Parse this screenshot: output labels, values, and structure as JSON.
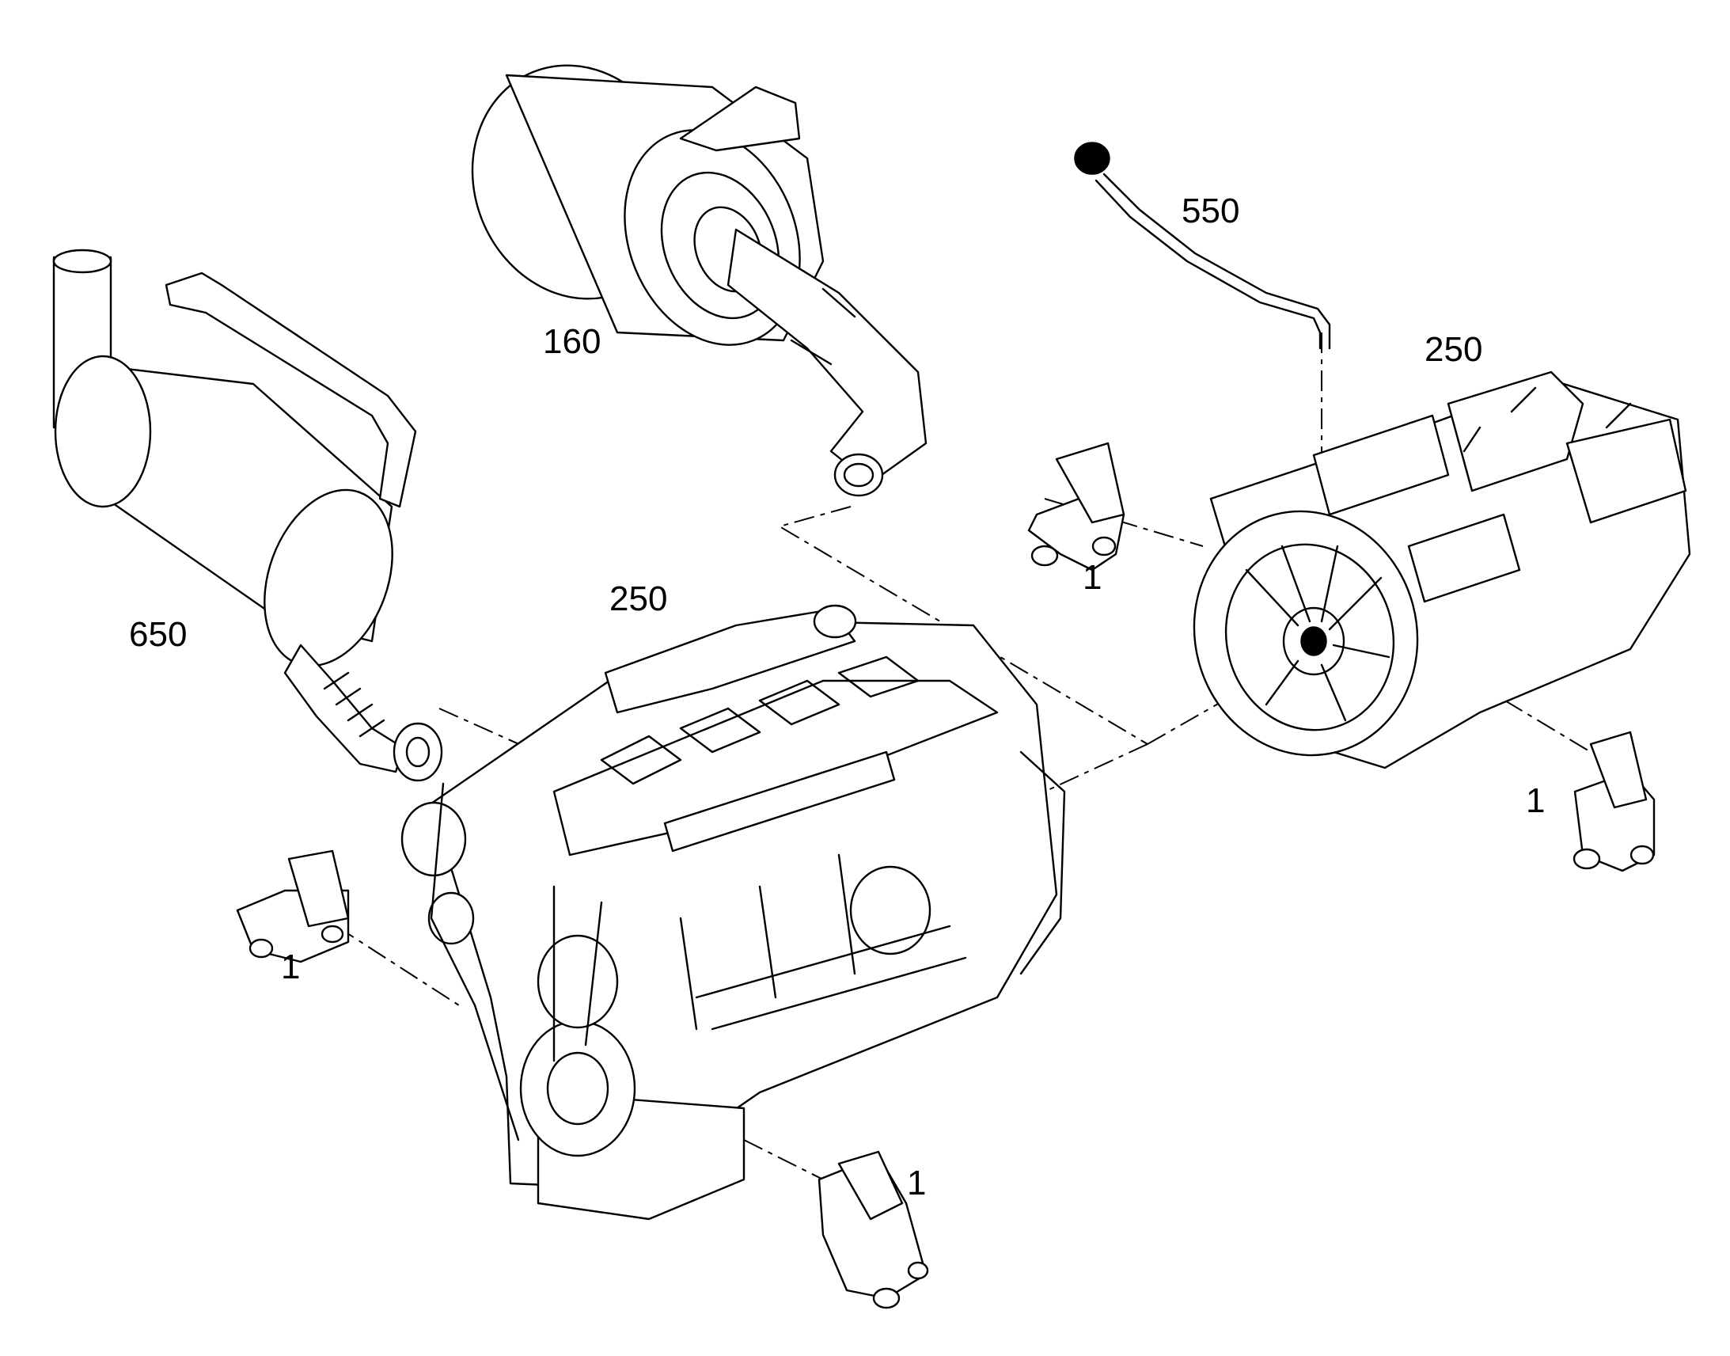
{
  "colors": {
    "line": "#000000",
    "background": "#ffffff"
  },
  "callouts": {
    "air_cleaner": "160",
    "breather_hose": "550",
    "transmission": "250",
    "muffler": "650",
    "engine": "250",
    "mount_transmission_left": "1",
    "mount_transmission_right": "1",
    "mount_engine_front": "1",
    "mount_engine_rear": "1"
  },
  "icons": {
    "air_cleaner": "air-cleaner-icon",
    "breather_hose": "breather-hose-icon",
    "transmission": "transmission-icon",
    "muffler": "muffler-icon",
    "engine": "engine-icon",
    "mount": "engine-mount-bracket-icon"
  }
}
